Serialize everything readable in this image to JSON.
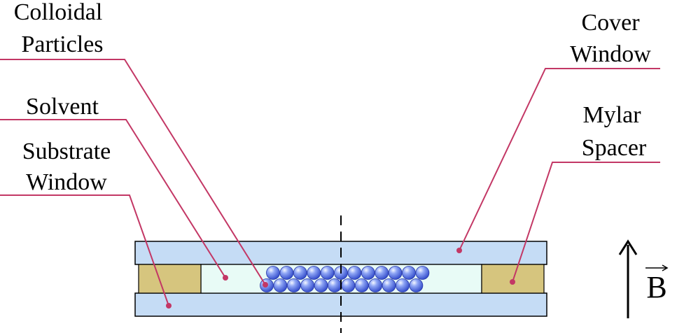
{
  "labels": {
    "colloidal_particles": [
      "Colloidal",
      "Particles"
    ],
    "solvent": [
      "Solvent"
    ],
    "substrate_window": [
      "Substrate",
      "Window"
    ],
    "cover_window": [
      "Cover",
      "Window"
    ],
    "mylar_spacer": [
      "Mylar",
      "Spacer"
    ]
  },
  "field_label": "B",
  "colors": {
    "window_fill": "#c5dcf5",
    "spacer_fill": "#d6c57e",
    "solvent_fill": "#e8fbf6",
    "leader_line": "#c33765",
    "particle_fill": "#3f5fe0",
    "outline": "#000000"
  },
  "particles": {
    "top_row_count": 12,
    "bottom_row_count": 12
  }
}
